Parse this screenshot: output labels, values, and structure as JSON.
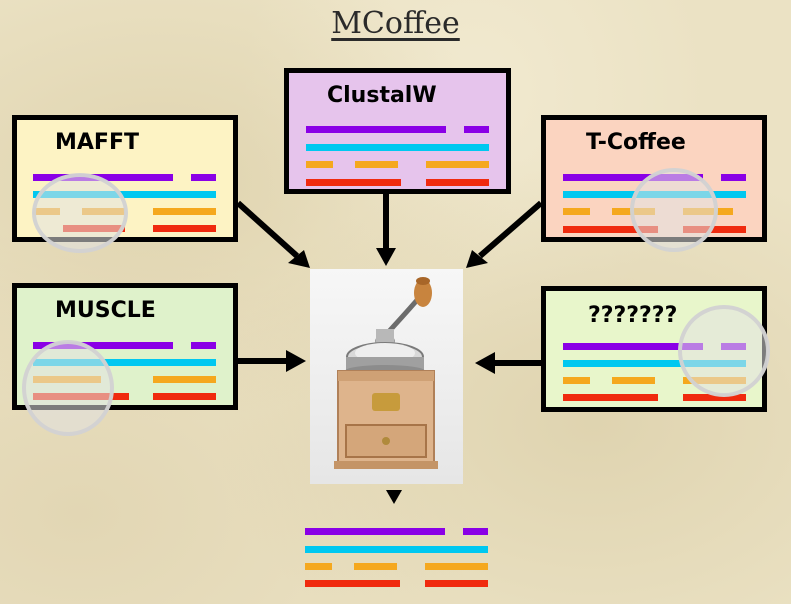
{
  "title": "MCoffee",
  "boxes": [
    {
      "name": "clustalw",
      "label": "ClustalW",
      "bg": "#e6c4ec"
    },
    {
      "name": "mafft",
      "label": "MAFFT",
      "bg": "#fdf3c4"
    },
    {
      "name": "t-coffee",
      "label": "T-Coffee",
      "bg": "#fbd4c0"
    },
    {
      "name": "muscle",
      "label": "MUSCLE",
      "bg": "#dff2cb"
    },
    {
      "name": "unknown",
      "label": "???????",
      "bg": "#e8f6cb"
    }
  ],
  "colors": {
    "purple": "#8a00e6",
    "cyan": "#00c8f0",
    "orange": "#f5a81e",
    "red": "#f02a0e",
    "border": "#000000"
  },
  "icons": {
    "center": "coffee-grinder-image",
    "magnifier": "magnifier-lens-icon"
  }
}
